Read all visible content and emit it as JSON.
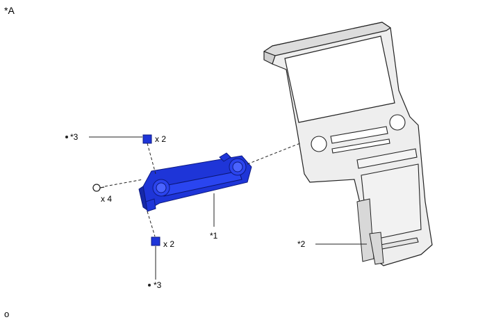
{
  "view_label": "*A",
  "corner_mark": "o",
  "callouts": {
    "part_1": "*1",
    "part_2": "*2",
    "part_3_upper": "*3",
    "part_3_lower": "*3"
  },
  "quantities": {
    "upper_clip": "x 2",
    "lower_clip": "x 2",
    "screws": "x 4"
  },
  "colors": {
    "highlight_part": "#1e35d8",
    "outline": "#222222",
    "panel_fill": "#eeeeee"
  }
}
